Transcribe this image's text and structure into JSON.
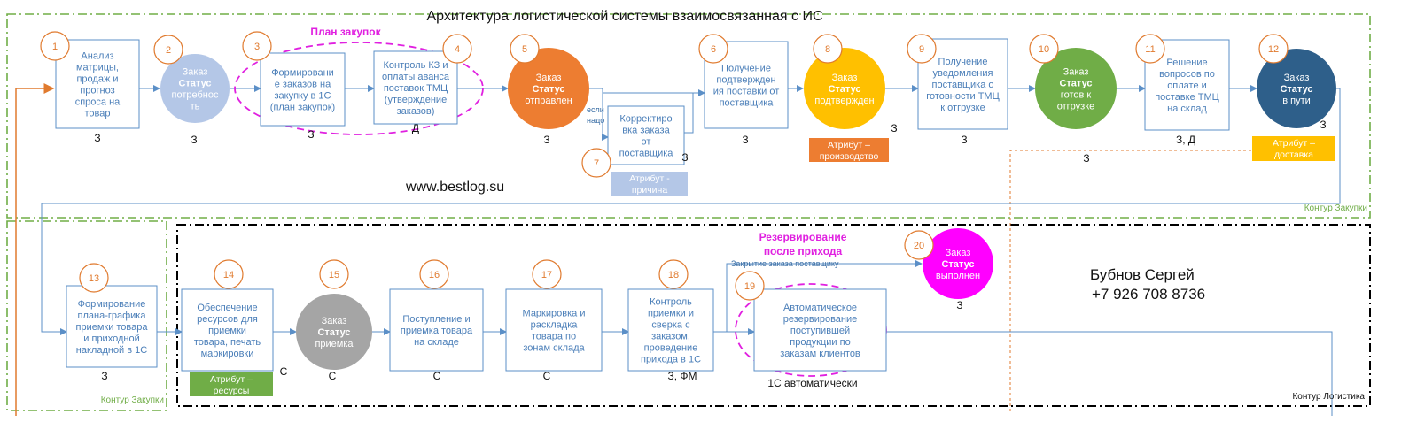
{
  "title": "Архитектура логистической системы взаимосвязанная с ИС",
  "website": "www.bestlog.su",
  "author": {
    "name": "Бубнов Сергей",
    "phone": "+7 926 708 8736"
  },
  "contours": {
    "purchasing_top": "Контур Закупки",
    "purchasing_bottom": "Контур Закупки",
    "logistics": "Контур Логистика"
  },
  "highlights": {
    "plan": "План закупок",
    "reserve_line1": "Резервирование",
    "reserve_line2": "после прихода"
  },
  "branch_label": {
    "line1": "если",
    "line2": "надо"
  },
  "closing_label": "Закрытие заказа поставщику",
  "nodes": {
    "n1": {
      "num": "1",
      "lines": [
        "Анализ",
        "матрицы,",
        "продаж и",
        "прогноз",
        "спроса на",
        "товар"
      ],
      "tag": "З"
    },
    "n2": {
      "num": "2",
      "l1": "Заказ",
      "l2": "Статус",
      "l3": "потребнос",
      "l4": "ть",
      "tag": "З"
    },
    "n3": {
      "num": "3",
      "lines": [
        "Формировани",
        "е заказов на",
        "закупку в 1С",
        "(план закупок)"
      ],
      "tag": "З"
    },
    "n4": {
      "num": "4",
      "lines": [
        "Контроль КЗ и",
        "оплаты аванса",
        "поставок ТМЦ",
        "(утверждение",
        "заказов)"
      ],
      "tag": "Д"
    },
    "n5": {
      "num": "5",
      "l1": "Заказ",
      "l2": "Статус",
      "l3": "отправлен",
      "tag": "З"
    },
    "n6": {
      "num": "6",
      "lines": [
        "Получение",
        "подтвержден",
        "ия поставки от",
        "поставщика"
      ],
      "tag": "З"
    },
    "n7": {
      "num": "7",
      "lines": [
        "Корректиро",
        "вка заказа",
        "от",
        "поставщика"
      ],
      "tag": "З",
      "attr1": "Атрибут -",
      "attr2": "причина"
    },
    "n8": {
      "num": "8",
      "l1": "Заказ",
      "l2": "Статус",
      "l3": "подтвержден",
      "tag": "З",
      "attr1": "Атрибут –",
      "attr2": "производство"
    },
    "n9": {
      "num": "9",
      "lines": [
        "Получение",
        "уведомления",
        "поставщика о",
        "готовности ТМЦ",
        "к отгрузке"
      ],
      "tag": "З"
    },
    "n10": {
      "num": "10",
      "l1": "Заказ",
      "l2": "Статус",
      "l3": "готов к",
      "l4": "отгрузке",
      "tag": "З"
    },
    "n11": {
      "num": "11",
      "lines": [
        "Решение",
        "вопросов по",
        "оплате и",
        "поставке ТМЦ",
        "на склад"
      ],
      "tag": "З, Д"
    },
    "n12": {
      "num": "12",
      "l1": "Заказ",
      "l2": "Статус",
      "l3": "в пути",
      "tag": "З",
      "attr1": "Атрибут –",
      "attr2": "доставка"
    },
    "n13": {
      "num": "13",
      "lines": [
        "Формирование",
        "плана-графика",
        "приемки товара",
        "и приходной",
        "накладной в 1С"
      ],
      "tag": "З"
    },
    "n14": {
      "num": "14",
      "lines": [
        "Обеспечение",
        "ресурсов для",
        "приемки",
        "товара, печать",
        "маркировки"
      ],
      "tag": "С",
      "attr1": "Атрибут –",
      "attr2": "ресурсы"
    },
    "n15": {
      "num": "15",
      "l1": "Заказ",
      "l2": "Статус",
      "l3": "приемка",
      "tag": "С"
    },
    "n16": {
      "num": "16",
      "lines": [
        "Поступление и",
        "приемка товара",
        "на складе"
      ],
      "tag": "С"
    },
    "n17": {
      "num": "17",
      "lines": [
        "Маркировка и",
        "раскладка",
        "товара по",
        "зонам склада"
      ],
      "tag": "С"
    },
    "n18": {
      "num": "18",
      "lines": [
        "Контроль",
        "приемки и",
        "сверка с",
        "заказом,",
        "проведение",
        "прихода в 1С"
      ],
      "tag": "З, ФМ"
    },
    "n19": {
      "num": "19",
      "lines": [
        "Автоматическое",
        "резервирование",
        "поступившей",
        "продукции по",
        "заказам клиентов"
      ],
      "tag": "1С автоматически"
    },
    "n20": {
      "num": "20",
      "l1": "Заказ",
      "l2": "Статус",
      "l3": "выполнен",
      "tag": "З"
    }
  },
  "colors": {
    "box_border": "#5b8fc7",
    "box_text": "#4a7eb8",
    "num_circle": "#e07a2e",
    "status_light": "#b4c7e7",
    "status_orange": "#ed7d31",
    "status_yellow": "#ffc000",
    "status_green": "#70ad47",
    "status_navy": "#2e5f8a",
    "status_gray": "#a5a5a5",
    "status_magenta": "#ff00ff",
    "contour_green": "#70ad47",
    "contour_black": "#000000",
    "highlight_magenta": "#e020e0"
  }
}
